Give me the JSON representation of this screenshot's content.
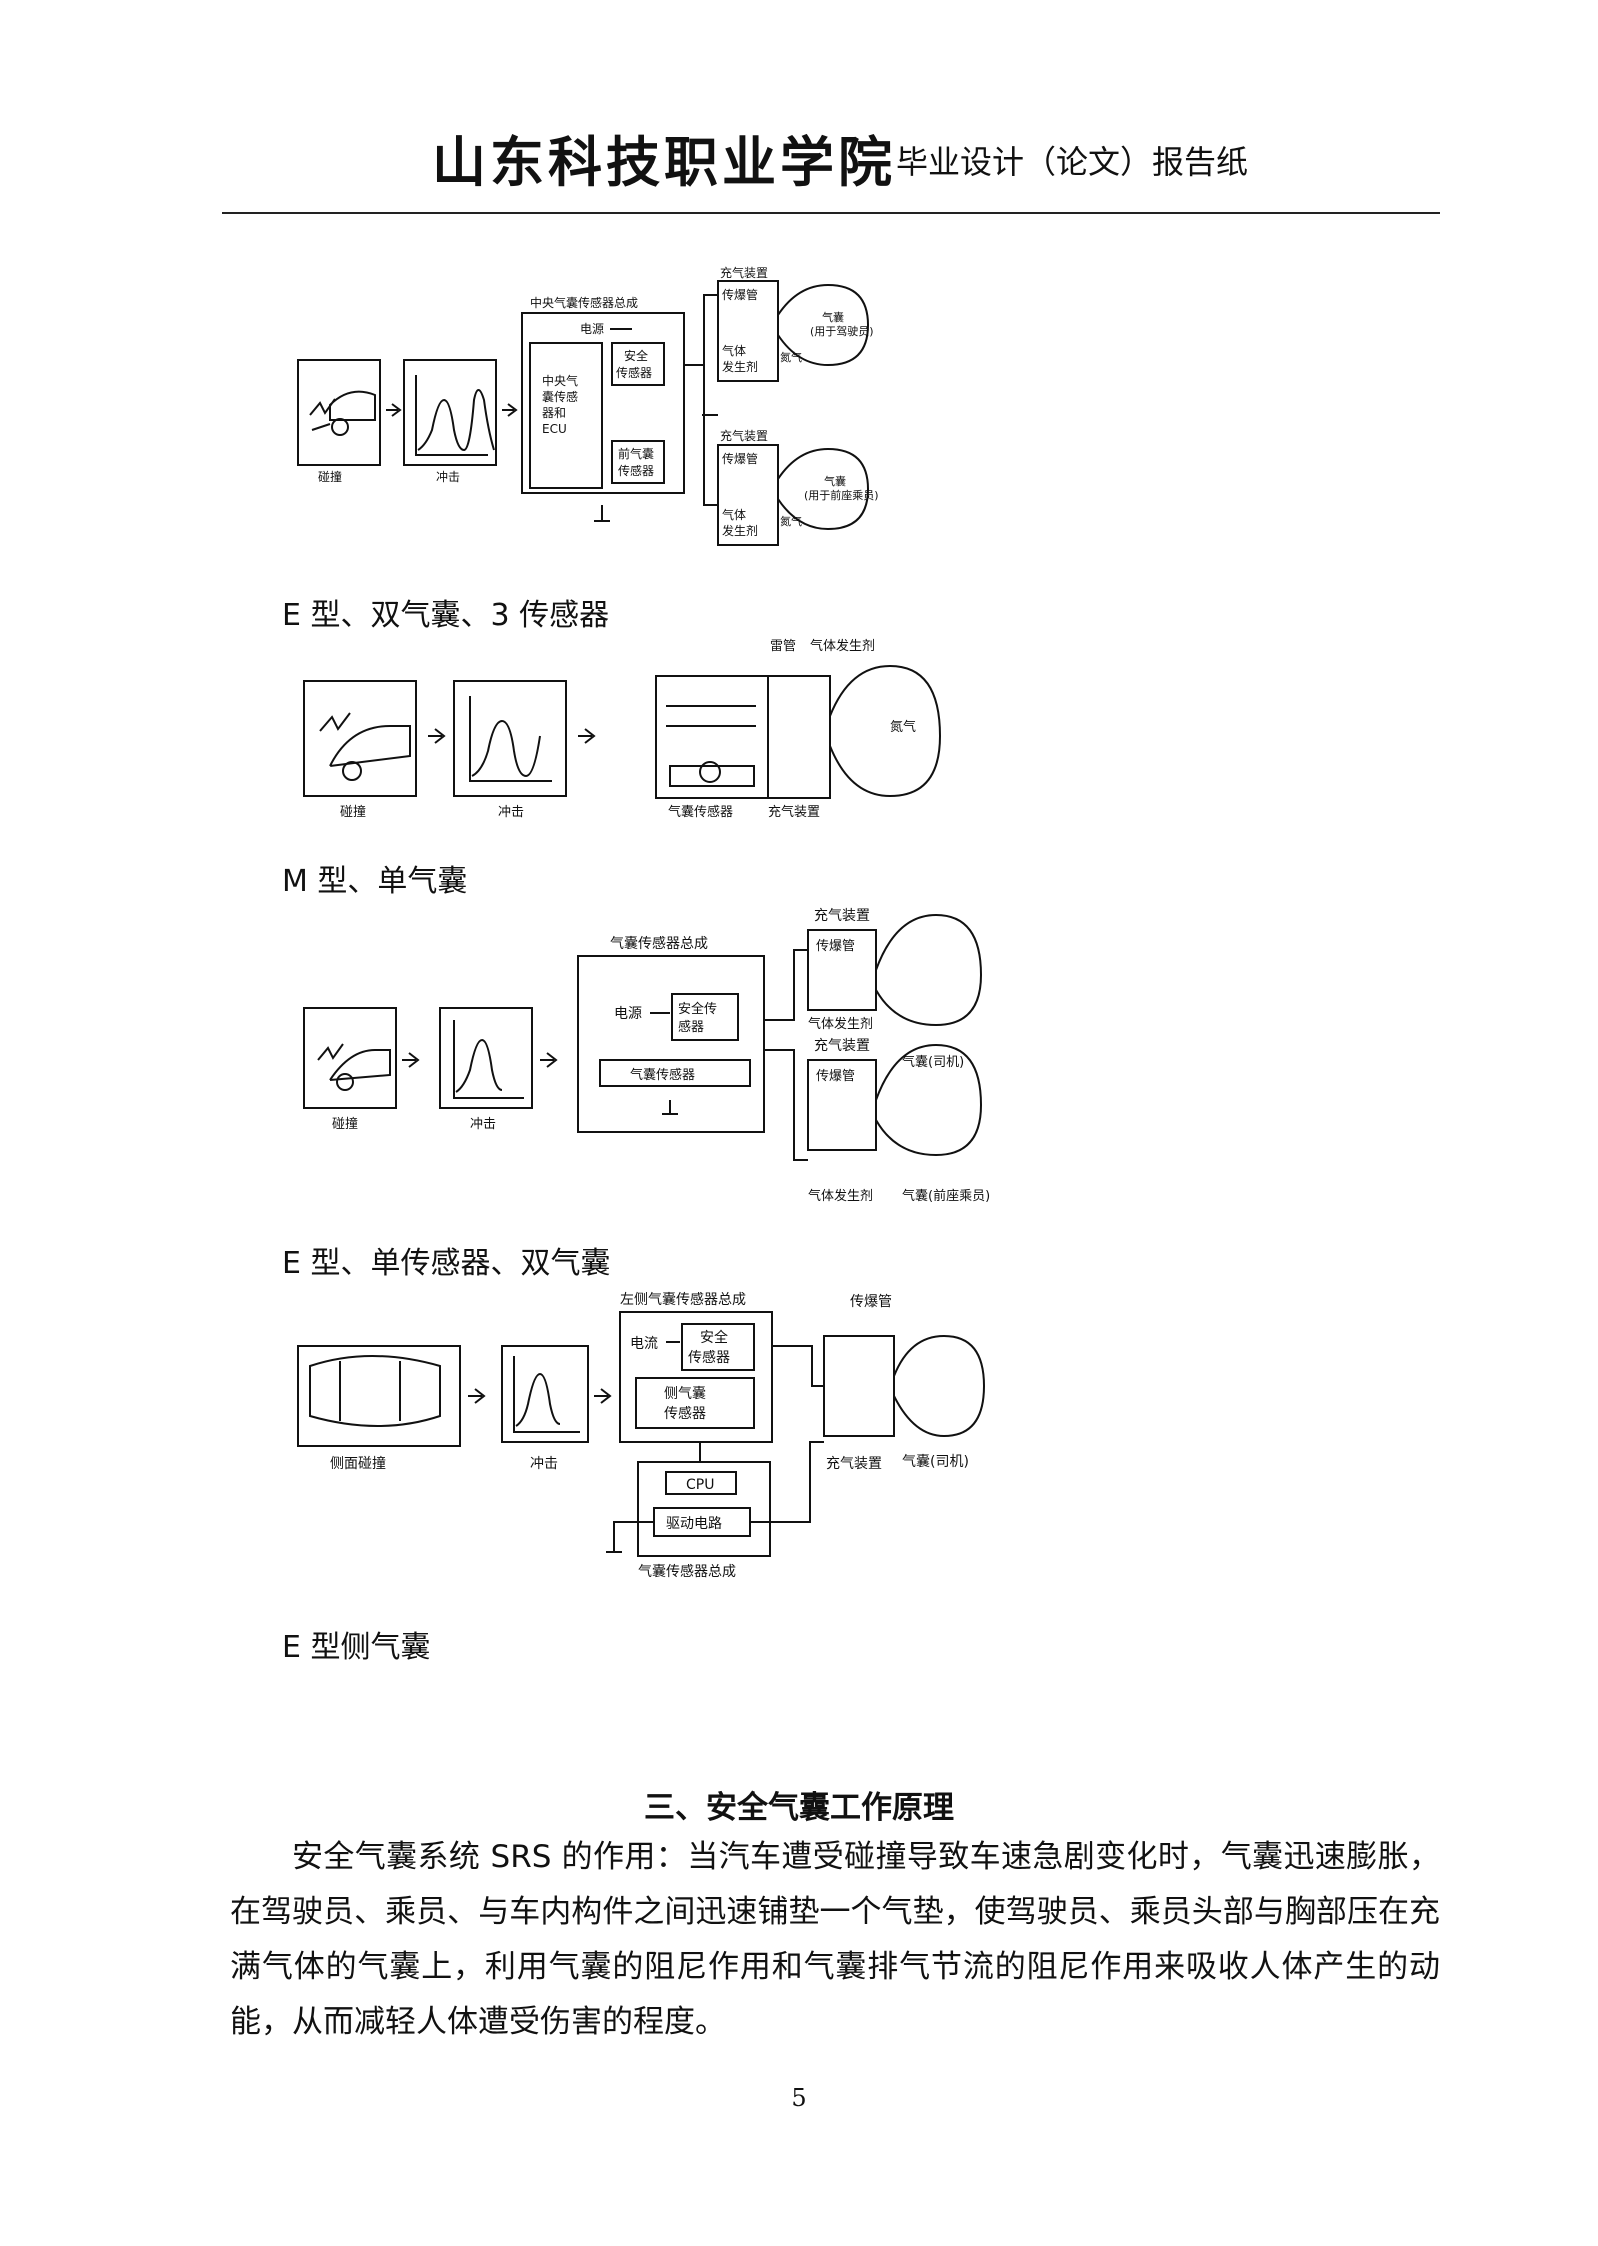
{
  "header": {
    "school": "山东科技职业学院",
    "subtitle": "毕业设计（论文）报告纸"
  },
  "figures": [
    {
      "caption": "E 型、双气囊、3 传感器",
      "labels": {
        "crash": "碰撞",
        "impact": "冲击",
        "assembly": "中央气囊传感器总成",
        "power": "电源",
        "central_sensor": [
          "中央气",
          "囊传感",
          "器和",
          "ECU"
        ],
        "safety_sensor": [
          "安全",
          "传感器"
        ],
        "front_sensor": [
          "前气囊",
          "传感器"
        ],
        "inflator1": "充气装置",
        "inflator2": "充气装置",
        "squib": "传爆管",
        "gas_generant": [
          "气体",
          "发生剂"
        ],
        "airbag_driver": [
          "气囊",
          "(用于驾驶员)"
        ],
        "airbag_passenger": [
          "气囊",
          "(用于前座乘员)"
        ],
        "nitrogen": "氮气"
      }
    },
    {
      "caption": "M 型、单气囊",
      "labels": {
        "crash": "碰撞",
        "impact": "冲击",
        "detonator": "雷管",
        "gas_generant": "气体发生剂",
        "airbag_sensor": "气囊传感器",
        "inflator": "充气装置",
        "nitrogen": "氮气"
      }
    },
    {
      "caption": "E 型、单传感器、双气囊",
      "labels": {
        "crash": "碰撞",
        "impact": "冲击",
        "assembly": "气囊传感器总成",
        "power": "电源",
        "safety_sensor": [
          "安全传",
          "感器"
        ],
        "airbag_sensor": "气囊传感器",
        "inflator1": "充气装置",
        "inflator2": "充气装置",
        "squib": "传爆管",
        "gas_generant": "气体发生剂",
        "airbag_driver": "气囊(司机)",
        "airbag_passenger": "气囊(前座乘员)"
      }
    },
    {
      "caption": "E 型侧气囊",
      "labels": {
        "crash": "侧面碰撞",
        "impact": "冲击",
        "assembly_left": "左侧气囊传感器总成",
        "current": "电流",
        "safety_sensor": [
          "安全",
          "传感器"
        ],
        "side_sensor": [
          "侧气囊",
          "传感器"
        ],
        "cpu": "CPU",
        "drive_circuit": "驱动电路",
        "assembly_bottom": "气囊传感器总成",
        "squib": "传爆管",
        "inflator": "充气装置",
        "airbag_driver": "气囊(司机)"
      }
    }
  ],
  "section": {
    "title": "三、安全气囊工作原理",
    "paragraph": "安全气囊系统 SRS 的作用：当汽车遭受碰撞导致车速急剧变化时，气囊迅速膨胀，在驾驶员、乘员、与车内构件之间迅速铺垫一个气垫，使驾驶员、乘员头部与胸部压在充满气体的气囊上，利用气囊的阻尼作用和气囊排气节流的阻尼作用来吸收人体产生的动能，从而减轻人体遭受伤害的程度。"
  },
  "page_number": "5"
}
